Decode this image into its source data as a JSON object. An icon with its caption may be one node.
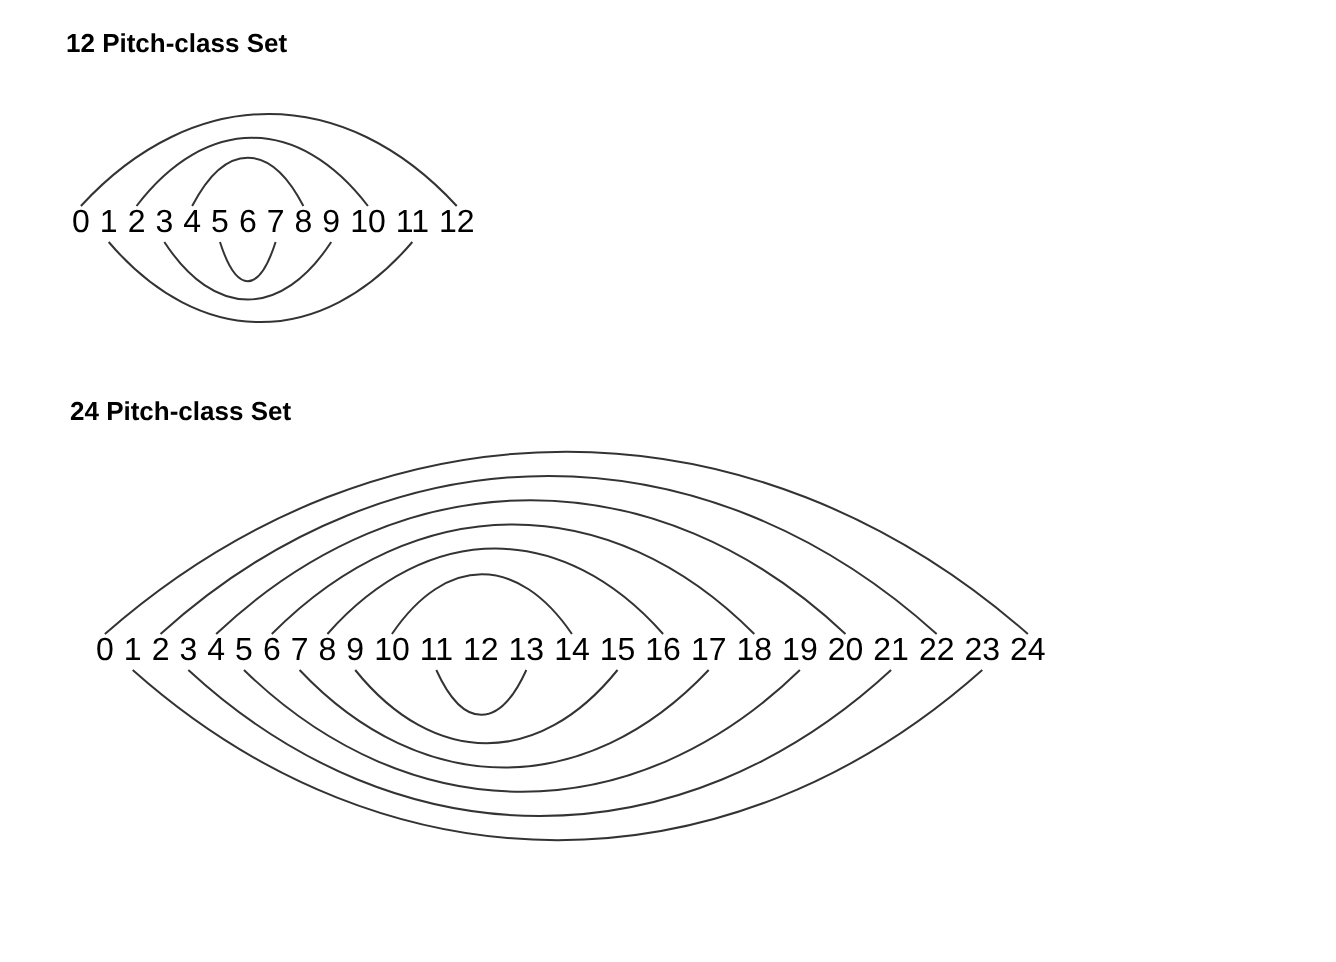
{
  "diagram": {
    "nodes": [
      {
        "text": [
          "0"
        ]
      },
      {
        "text": [
          "1"
        ]
      },
      {
        "text": [
          "2"
        ]
      },
      {
        "text": [
          "3"
        ]
      },
      {
        "text": [
          "4"
        ]
      },
      {
        "text": [
          "5"
        ]
      },
      {
        "text": [
          "6"
        ]
      },
      {
        "text": [
          "7"
        ]
      },
      {
        "text": [
          "8"
        ]
      },
      {
        "text": [
          "9"
        ]
      },
      {
        "text": [
          "10"
        ]
      },
      {
        "text": [
          "11"
        ]
      },
      {
        "text": [
          "12"
        ]
      },
      {
        "text": [
          "0"
        ]
      },
      {
        "text": [
          "1"
        ]
      },
      {
        "text": [
          "2"
        ]
      },
      {
        "text": [
          "3"
        ]
      },
      {
        "text": [
          "4"
        ]
      },
      {
        "text": [
          "5"
        ]
      },
      {
        "text": [
          "6"
        ]
      },
      {
        "text": [
          "7"
        ]
      },
      {
        "text": [
          "8"
        ]
      },
      {
        "text": [
          "9"
        ]
      },
      {
        "text": [
          "10"
        ]
      },
      {
        "text": [
          "11"
        ]
      },
      {
        "text": [
          "12"
        ]
      },
      {
        "text": [
          "13"
        ]
      },
      {
        "text": [
          "14"
        ]
      },
      {
        "text": [
          "15"
        ]
      },
      {
        "text": [
          "16"
        ]
      },
      {
        "text": [
          "17"
        ]
      },
      {
        "text": [
          "18"
        ]
      },
      {
        "text": [
          "19"
        ]
      },
      {
        "text": [
          "20"
        ]
      },
      {
        "text": [
          "21"
        ]
      },
      {
        "text": [
          "22"
        ]
      },
      {
        "text": [
          "23"
        ]
      },
      {
        "text": [
          "24"
        ]
      }
    ],
    "edges": [
      {
        "from": 0,
        "to": 12,
        "arrow": "none"
      },
      {
        "from": 2,
        "to": 10,
        "arrow": "none"
      },
      {
        "from": 4,
        "to": 8,
        "arrow": "none"
      },
      {
        "from": 1,
        "to": 11,
        "arrow": "none"
      },
      {
        "from": 3,
        "to": 9,
        "arrow": "none"
      },
      {
        "from": 5,
        "to": 7,
        "arrow": "none"
      },
      {
        "from": 13,
        "to": 37,
        "arrow": "none"
      },
      {
        "from": 15,
        "to": 35,
        "arrow": "none"
      },
      {
        "from": 17,
        "to": 33,
        "arrow": "none"
      },
      {
        "from": 19,
        "to": 31,
        "arrow": "none"
      },
      {
        "from": 21,
        "to": 29,
        "arrow": "none"
      },
      {
        "from": 23,
        "to": 27,
        "arrow": "none"
      },
      {
        "from": 14,
        "to": 36,
        "arrow": "none"
      },
      {
        "from": 16,
        "to": 34,
        "arrow": "none"
      },
      {
        "from": 18,
        "to": 32,
        "arrow": "none"
      },
      {
        "from": 20,
        "to": 30,
        "arrow": "none"
      },
      {
        "from": 22,
        "to": 28,
        "arrow": "none"
      },
      {
        "from": 24,
        "to": 26,
        "arrow": "none"
      }
    ],
    "labels": [
      "12 Pitch-class Set",
      "24 Pitch-class Set"
    ]
  }
}
